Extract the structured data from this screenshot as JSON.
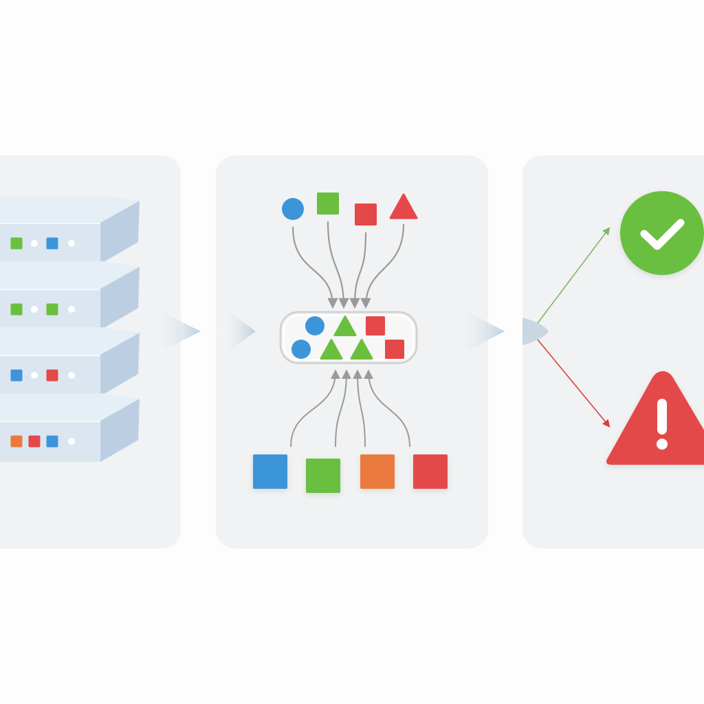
{
  "colors": {
    "background": "#fdfdfd",
    "panel": "#f1f2f3",
    "server_top": "#e6eef6",
    "server_front": "#dbe6f1",
    "server_side": "#bccfe2",
    "blue": "#3d95d9",
    "green": "#6abf3f",
    "red": "#e44848",
    "orange": "#ea7a3c",
    "white": "#ffffff",
    "arrow_gray": "#9a9a9a",
    "success_arrow": "#7fb86a",
    "error_arrow": "#d84040",
    "flow_arrow": "#c9d7e3"
  },
  "panels": [
    {
      "name": "data-source-panel",
      "stage": "data-sources"
    },
    {
      "name": "processing-panel",
      "stage": "classification"
    },
    {
      "name": "outcome-panel",
      "stage": "outcomes"
    }
  ],
  "servers": [
    {
      "indicators": [
        {
          "shape": "square",
          "color": "green"
        },
        {
          "shape": "dot",
          "color": "white"
        },
        {
          "shape": "square",
          "color": "blue"
        },
        {
          "shape": "dot",
          "color": "white"
        }
      ]
    },
    {
      "indicators": [
        {
          "shape": "square",
          "color": "green"
        },
        {
          "shape": "dot",
          "color": "white"
        },
        {
          "shape": "square",
          "color": "green"
        },
        {
          "shape": "dot",
          "color": "white"
        }
      ]
    },
    {
      "indicators": [
        {
          "shape": "square",
          "color": "blue"
        },
        {
          "shape": "dot",
          "color": "white"
        },
        {
          "shape": "square",
          "color": "red"
        },
        {
          "shape": "dot",
          "color": "white"
        }
      ]
    },
    {
      "indicators": [
        {
          "shape": "square",
          "color": "orange"
        },
        {
          "shape": "square",
          "color": "red"
        },
        {
          "shape": "square",
          "color": "blue"
        },
        {
          "shape": "dot",
          "color": "white"
        }
      ]
    }
  ],
  "input_shapes": [
    {
      "shape": "circle",
      "color": "blue"
    },
    {
      "shape": "square",
      "color": "green"
    },
    {
      "shape": "square",
      "color": "red"
    },
    {
      "shape": "triangle",
      "color": "red"
    }
  ],
  "container_shapes": [
    {
      "shape": "circle",
      "color": "blue"
    },
    {
      "shape": "triangle",
      "color": "green"
    },
    {
      "shape": "square",
      "color": "red"
    },
    {
      "shape": "circle",
      "color": "blue"
    },
    {
      "shape": "triangle",
      "color": "green"
    },
    {
      "shape": "triangle",
      "color": "green"
    },
    {
      "shape": "square",
      "color": "red"
    }
  ],
  "output_shapes": [
    {
      "shape": "square",
      "color": "blue"
    },
    {
      "shape": "square",
      "color": "green"
    },
    {
      "shape": "square",
      "color": "orange"
    },
    {
      "shape": "square",
      "color": "red"
    }
  ],
  "outcomes": [
    {
      "name": "success",
      "icon": "check-circle-icon",
      "color": "green"
    },
    {
      "name": "error",
      "icon": "warning-triangle-icon",
      "color": "red"
    }
  ],
  "icons": [
    "server-stack-icon",
    "check-icon",
    "exclamation-icon",
    "arrow-icon"
  ]
}
